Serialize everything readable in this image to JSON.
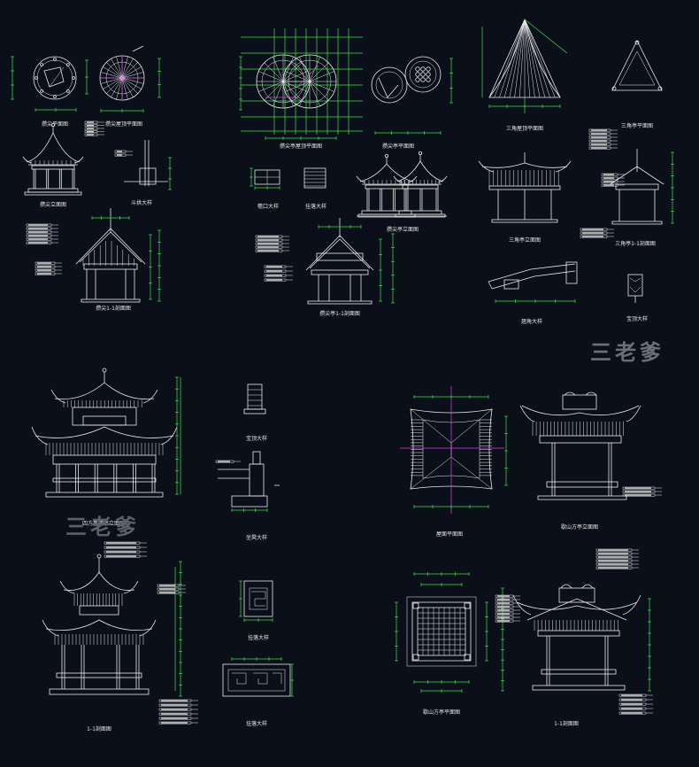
{
  "colors": {
    "background": "#0b0f1a",
    "linework": "#eaeaea",
    "dimension": "#3be04c",
    "accent": "#e040e0",
    "watermark": "#6a6f78"
  },
  "watermarks": {
    "right": "三老爹",
    "left": "三老爹"
  },
  "captions": {
    "round_plan": "攒尖平面图",
    "round_roof_plan": "攒尖屋顶平面图",
    "round_elev": "攒尖立面图",
    "round_column": "斗拱大样",
    "round_section": "攒尖1-1剖面图",
    "double_roof_plan": "攒尖亭屋顶平面图",
    "double_plan": "攒尖亭平面图",
    "eave_detail": "檐口大样",
    "beam_detail": "挂落大样",
    "double_elev": "攒尖亭立面图",
    "double_section": "攒尖亭1-1剖面图",
    "tri_roof_plan": "三角屋顶平面图",
    "tri_plan": "三角亭平面图",
    "tri_elev": "三角亭立面图",
    "tri_section": "三角亭1-1剖面图",
    "corner_detail": "翘角大样",
    "finial_detail": "宝顶大样",
    "two_tier_elev": "四方重檐亭立面图",
    "finial2": "宝顶大样",
    "rail_detail": "坐凳大样",
    "sect_bot": "1-1剖面图",
    "lattice1": "挂落大样",
    "lattice2": "挂落大样",
    "hip_roof_plan": "屋面平面图",
    "hip_elev": "歇山方亭立面图",
    "hip_plan": "歇山方亭平面图",
    "hip_section": "1-1剖面图"
  }
}
